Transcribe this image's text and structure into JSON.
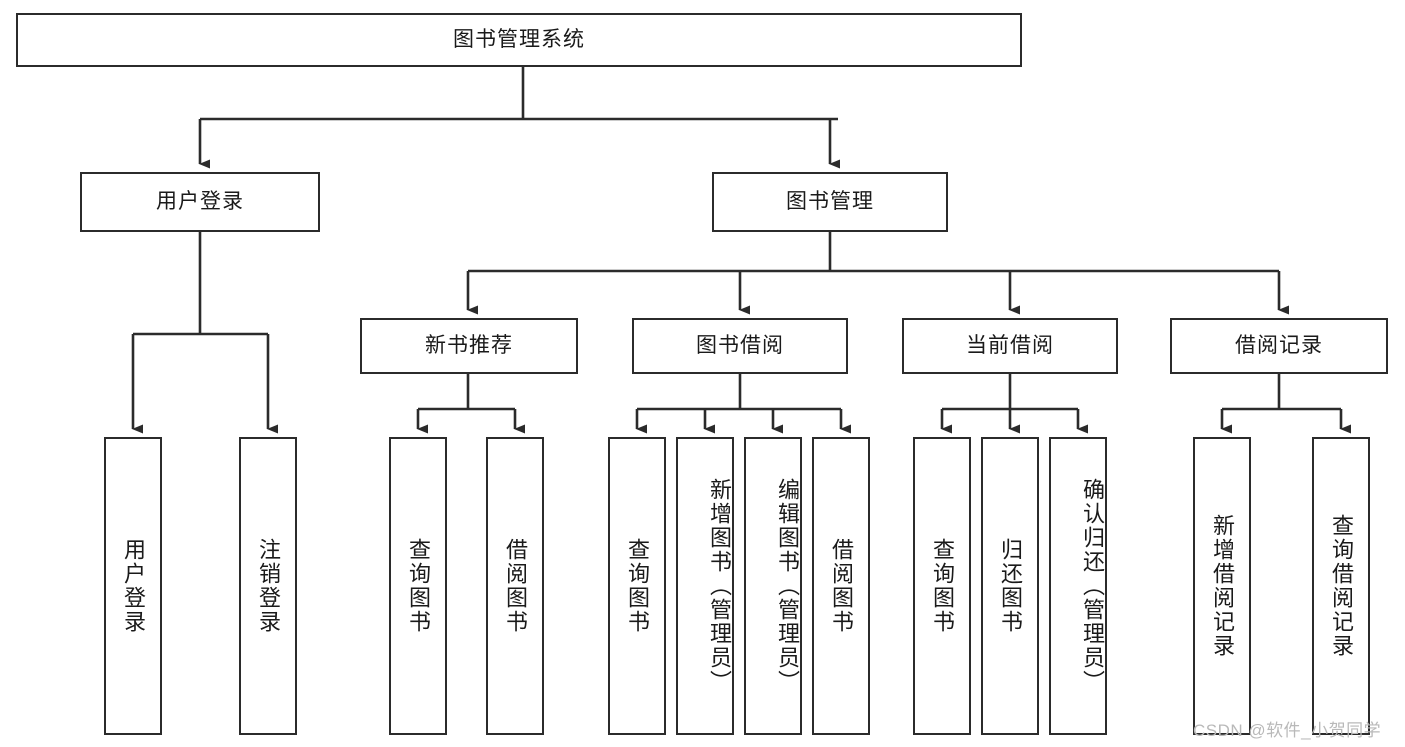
{
  "diagram": {
    "type": "tree-hierarchy",
    "title": "图书管理系统",
    "style": {
      "box_border_color": "#2b2b2b",
      "box_fill": "#ffffff",
      "connector_color": "#2b2b2b",
      "background": "#ffffff",
      "watermark_color": "#b9b9b9"
    },
    "root": {
      "id": "root",
      "label": "图书管理系统"
    },
    "level2": [
      {
        "id": "user-login",
        "label": "用户登录"
      },
      {
        "id": "book-management",
        "label": "图书管理"
      }
    ],
    "level3": [
      {
        "id": "new-book-recommend",
        "label": "新书推荐",
        "parent": "book-management"
      },
      {
        "id": "book-borrow",
        "label": "图书借阅",
        "parent": "book-management"
      },
      {
        "id": "current-borrow",
        "label": "当前借阅",
        "parent": "book-management"
      },
      {
        "id": "borrow-records",
        "label": "借阅记录",
        "parent": "book-management"
      }
    ],
    "leaves": [
      {
        "id": "leaf-user-login",
        "label": "用户登录",
        "parent": "user-login"
      },
      {
        "id": "leaf-logout-login",
        "label": "注销登录",
        "parent": "user-login"
      },
      {
        "id": "leaf-query-books-1",
        "label": "查询图书",
        "parent": "new-book-recommend"
      },
      {
        "id": "leaf-borrow-books-1",
        "label": "借阅图书",
        "parent": "new-book-recommend"
      },
      {
        "id": "leaf-query-books-2",
        "label": "查询图书",
        "parent": "book-borrow"
      },
      {
        "id": "leaf-add-book-admin",
        "label": "新增图书（管理员）",
        "parent": "book-borrow"
      },
      {
        "id": "leaf-edit-book-admin",
        "label": "编辑图书（管理员）",
        "parent": "book-borrow"
      },
      {
        "id": "leaf-borrow-books-2",
        "label": "借阅图书",
        "parent": "book-borrow"
      },
      {
        "id": "leaf-query-books-3",
        "label": "查询图书",
        "parent": "current-borrow"
      },
      {
        "id": "leaf-return-books",
        "label": "归还图书",
        "parent": "current-borrow"
      },
      {
        "id": "leaf-confirm-return-admin",
        "label": "确认归还（管理员）",
        "parent": "current-borrow"
      },
      {
        "id": "leaf-add-borrow-record",
        "label": "新增借阅记录",
        "parent": "borrow-records"
      },
      {
        "id": "leaf-query-borrow-record",
        "label": "查询借阅记录",
        "parent": "borrow-records"
      }
    ]
  },
  "watermark": {
    "text": "CSDN @软件_小贺同学"
  }
}
